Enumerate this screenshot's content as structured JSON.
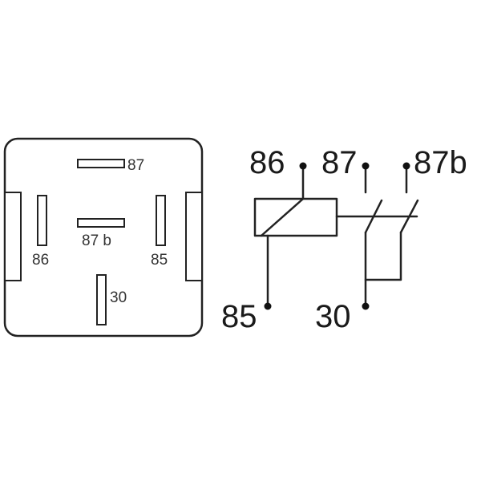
{
  "relay_footprint": {
    "pins": {
      "p87": "87",
      "p87b": "87 b",
      "p86": "86",
      "p85": "85",
      "p30": "30"
    }
  },
  "schematic": {
    "terminals": {
      "t86": "86",
      "t87": "87",
      "t87b": "87b",
      "t85": "85",
      "t30": "30"
    }
  },
  "colors": {
    "line": "#222222",
    "text": "#1a1a1a",
    "background": "#ffffff"
  }
}
